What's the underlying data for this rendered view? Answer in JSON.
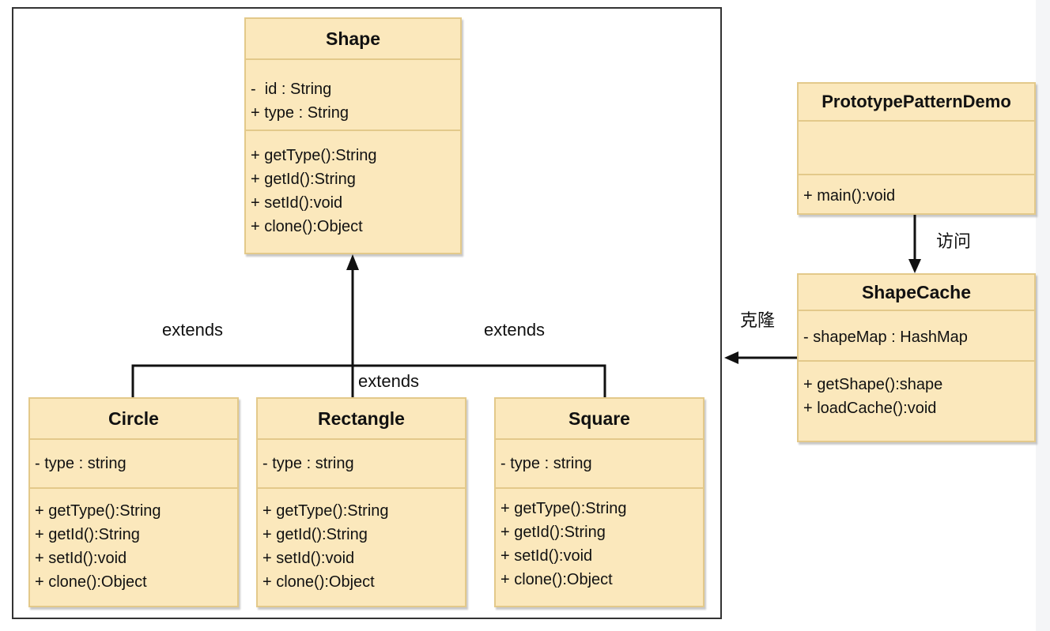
{
  "shape": {
    "name": "Shape",
    "attributes": [
      "-  id : String",
      "+ type : String"
    ],
    "methods": [
      "+ getType():String",
      "+ getId():String",
      "+ setId():void",
      "+ clone():Object"
    ]
  },
  "circle": {
    "name": "Circle",
    "attributes": [
      "- type : string"
    ],
    "methods": [
      "+ getType():String",
      "+ getId():String",
      "+ setId():void",
      "+ clone():Object"
    ]
  },
  "rectangle": {
    "name": "Rectangle",
    "attributes": [
      "- type : string"
    ],
    "methods": [
      "+ getType():String",
      "+ getId():String",
      "+ setId():void",
      "+ clone():Object"
    ]
  },
  "square": {
    "name": "Square",
    "attributes": [
      "- type : string"
    ],
    "methods": [
      "+ getType():String",
      "+ getId():String",
      "+ setId():void",
      "+ clone():Object"
    ]
  },
  "demo": {
    "name": "PrototypePatternDemo",
    "methods": [
      "+ main():void"
    ]
  },
  "cache": {
    "name": "ShapeCache",
    "attributes": [
      "- shapeMap : HashMap"
    ],
    "methods": [
      "+ getShape():shape",
      "+ loadCache():void"
    ]
  },
  "labels": {
    "extends_left": "extends",
    "extends_right": "extends",
    "extends_center": "extends",
    "visit": "访问",
    "clone": "克隆"
  }
}
